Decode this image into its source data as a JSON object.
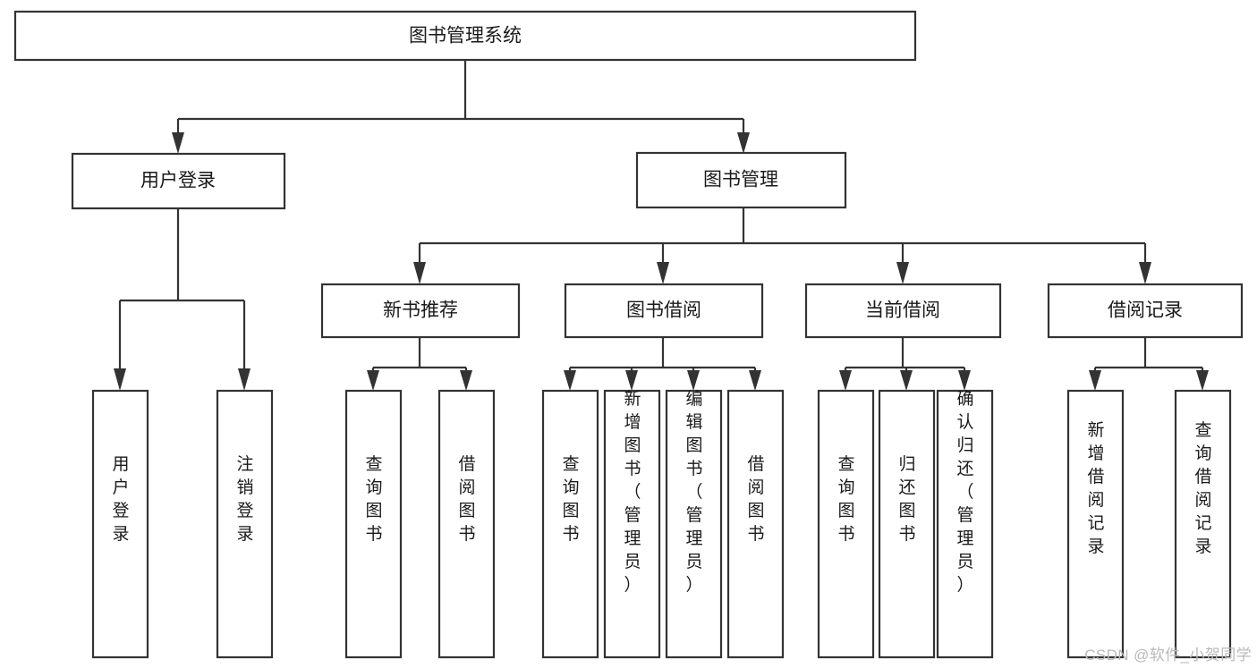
{
  "diagram": {
    "type": "hierarchy-tree",
    "title": "图书管理系统",
    "orientation": "top-down",
    "root": {
      "label": "图书管理系统"
    },
    "level2": [
      {
        "label": "用户登录"
      },
      {
        "label": "图书管理"
      }
    ],
    "level3": [
      {
        "label": "新书推荐"
      },
      {
        "label": "图书借阅"
      },
      {
        "label": "当前借阅"
      },
      {
        "label": "借阅记录"
      }
    ],
    "leaves": {
      "user_login": [
        {
          "label": "用户登录"
        },
        {
          "label": "注销登录"
        }
      ],
      "new_book_recommend": [
        {
          "label": "查询图书"
        },
        {
          "label": "借阅图书"
        }
      ],
      "book_borrow": [
        {
          "label": "查询图书"
        },
        {
          "label": "新增图书（管理员）"
        },
        {
          "label": "编辑图书（管理员）"
        },
        {
          "label": "借阅图书"
        }
      ],
      "current_borrow": [
        {
          "label": "查询图书"
        },
        {
          "label": "归还图书"
        },
        {
          "label": "确认归还（管理员）"
        }
      ],
      "borrow_record": [
        {
          "label": "新增借阅记录"
        },
        {
          "label": "查询借阅记录"
        }
      ]
    },
    "colors": {
      "background": "#ffffff",
      "box_fill": "#ffffff",
      "box_stroke": "#333333",
      "connector": "#333333",
      "text": "#1a1a1a",
      "watermark": "#b9b9b9"
    }
  },
  "watermark": {
    "text": "CSDN @软件_小贺同学"
  }
}
